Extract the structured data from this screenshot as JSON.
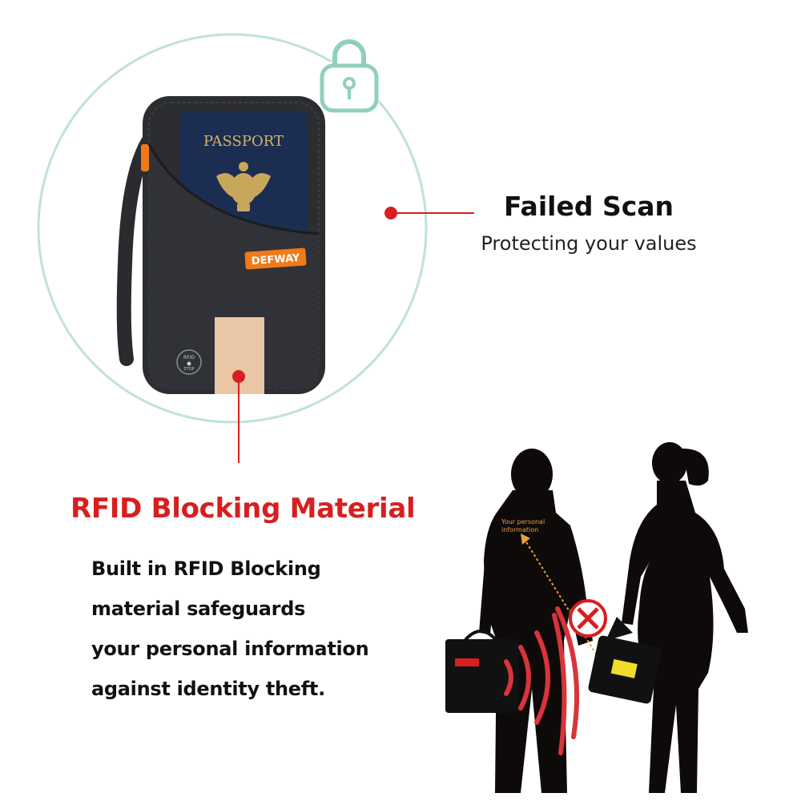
{
  "callout": {
    "heading": "Failed Scan",
    "subheading": "Protecting your values"
  },
  "material": {
    "heading": "RFID Blocking Material",
    "lines": [
      "Built in RFID Blocking",
      "material safeguards",
      "your personal information",
      "against identity theft."
    ]
  },
  "product": {
    "passport_label": "PASSPORT",
    "brand_patch": "DEFWAY",
    "rfid_badge_top": "RFID",
    "rfid_badge_bottom": "STOP"
  },
  "scene": {
    "info_label_line1": "Your personal",
    "info_label_line2": "information"
  },
  "icons": [
    "lock-icon",
    "red-dot-marker-icon",
    "blocked-x-icon",
    "rfid-stop-icon"
  ],
  "colors": {
    "accent_red": "#d71f1f",
    "circle_mint": "#bfe3d6",
    "lock_mint": "#8fd0bd",
    "pouch_dark": "#2b2d31",
    "passport_navy": "#1c2d52",
    "rfid_liner": "#e9c7a6",
    "orange_patch": "#f07a1a"
  }
}
